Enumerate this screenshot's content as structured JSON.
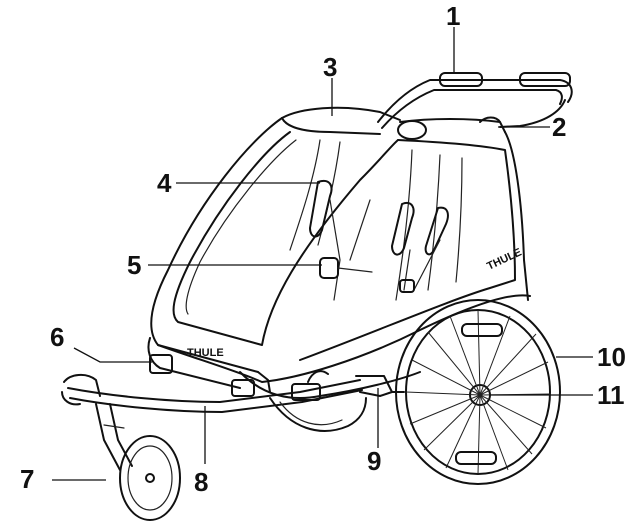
{
  "diagram": {
    "brand_text": "THULE",
    "callouts": [
      {
        "id": "1",
        "label": "1"
      },
      {
        "id": "2",
        "label": "2"
      },
      {
        "id": "3",
        "label": "3"
      },
      {
        "id": "4",
        "label": "4"
      },
      {
        "id": "5",
        "label": "5"
      },
      {
        "id": "6",
        "label": "6"
      },
      {
        "id": "7",
        "label": "7"
      },
      {
        "id": "8",
        "label": "8"
      },
      {
        "id": "9",
        "label": "9"
      },
      {
        "id": "10",
        "label": "10"
      },
      {
        "id": "11",
        "label": "11"
      }
    ]
  }
}
